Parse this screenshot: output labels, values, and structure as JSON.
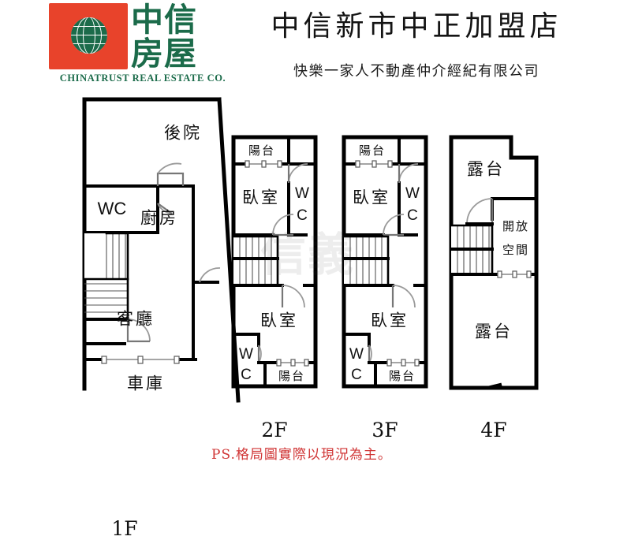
{
  "header": {
    "logo": {
      "icon_name": "chinatrust-globe-logo",
      "brand_cn_line1": "中信",
      "brand_cn_line2": "房屋",
      "brand_en": "CHINATRUST REAL ESTATE CO.",
      "color_red": "#e8432b",
      "color_green": "#1b6b4a"
    },
    "title": "中信新市中正加盟店",
    "subtitle": "快樂一家人不動產仲介經紀有限公司"
  },
  "watermark": {
    "text": "信義"
  },
  "footer": {
    "note": "PS.格局圖實際以現況為主。"
  },
  "floors": [
    {
      "id": "1F",
      "label": "1F",
      "rooms": [
        {
          "name": "後院",
          "label": "後院"
        },
        {
          "name": "WC",
          "label": "WC"
        },
        {
          "name": "廚房",
          "label": "廚房"
        },
        {
          "name": "客廳",
          "label": "客廳"
        },
        {
          "name": "車庫",
          "label": "車庫"
        }
      ]
    },
    {
      "id": "2F",
      "label": "2F",
      "rooms": [
        {
          "name": "陽台-上",
          "label": "陽台"
        },
        {
          "name": "臥室-上",
          "label": "臥室"
        },
        {
          "name": "WC-上",
          "label_w": "W",
          "label_c": "C"
        },
        {
          "name": "臥室-下",
          "label": "臥室"
        },
        {
          "name": "WC-下",
          "label_w": "W",
          "label_c": "C"
        },
        {
          "name": "陽台-下",
          "label": "陽台"
        }
      ]
    },
    {
      "id": "3F",
      "label": "3F",
      "rooms": [
        {
          "name": "陽台-上",
          "label": "陽台"
        },
        {
          "name": "臥室-上",
          "label": "臥室"
        },
        {
          "name": "WC-上",
          "label_w": "W",
          "label_c": "C"
        },
        {
          "name": "臥室-下",
          "label": "臥室"
        },
        {
          "name": "WC-下",
          "label_w": "W",
          "label_c": "C"
        },
        {
          "name": "陽台-下",
          "label": "陽台"
        }
      ]
    },
    {
      "id": "4F",
      "label": "4F",
      "rooms": [
        {
          "name": "露台-上",
          "label": "露台"
        },
        {
          "name": "開放空間",
          "label_1": "開放",
          "label_2": "空間"
        },
        {
          "name": "露台-下",
          "label": "露台"
        }
      ]
    }
  ]
}
